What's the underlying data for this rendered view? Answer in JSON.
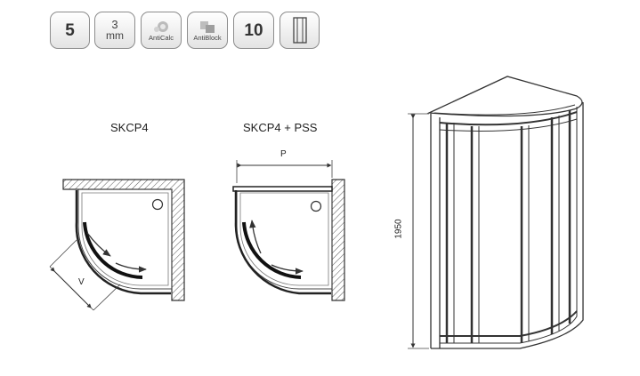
{
  "badges": {
    "thickness": "5",
    "offset_value": "3",
    "offset_unit": "mm",
    "anticalc": "AntiCalc",
    "antiblock": "AntiBlock",
    "warranty": "10"
  },
  "plans": {
    "left_title": "SKCP4",
    "right_title": "SKCP4 + PSS",
    "dim_v": "V",
    "dim_p": "P"
  },
  "elevation": {
    "height": "1950"
  },
  "colors": {
    "line": "#333333",
    "badge_border": "#8c8c8c"
  }
}
